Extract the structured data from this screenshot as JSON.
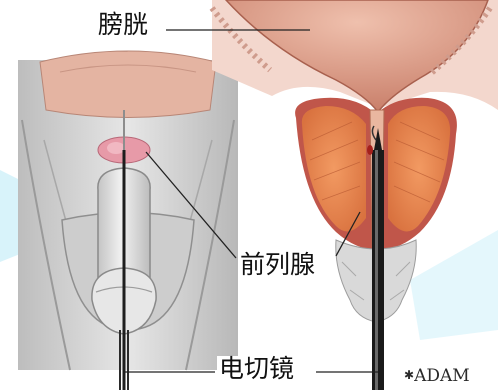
{
  "labels": {
    "bladder": "膀胱",
    "prostate": "前列腺",
    "resectoscope": "电切镜"
  },
  "brand": {
    "mark": "✱",
    "name": "ADAM"
  },
  "colors": {
    "skin_gray": "#cfcfcf",
    "bladder_pink": "#e0a090",
    "prostate_orange": "#e98a55",
    "capsule_red": "#c0564a",
    "accent_blue": "#c8eef8",
    "scope_dark": "#1a1a1a"
  }
}
